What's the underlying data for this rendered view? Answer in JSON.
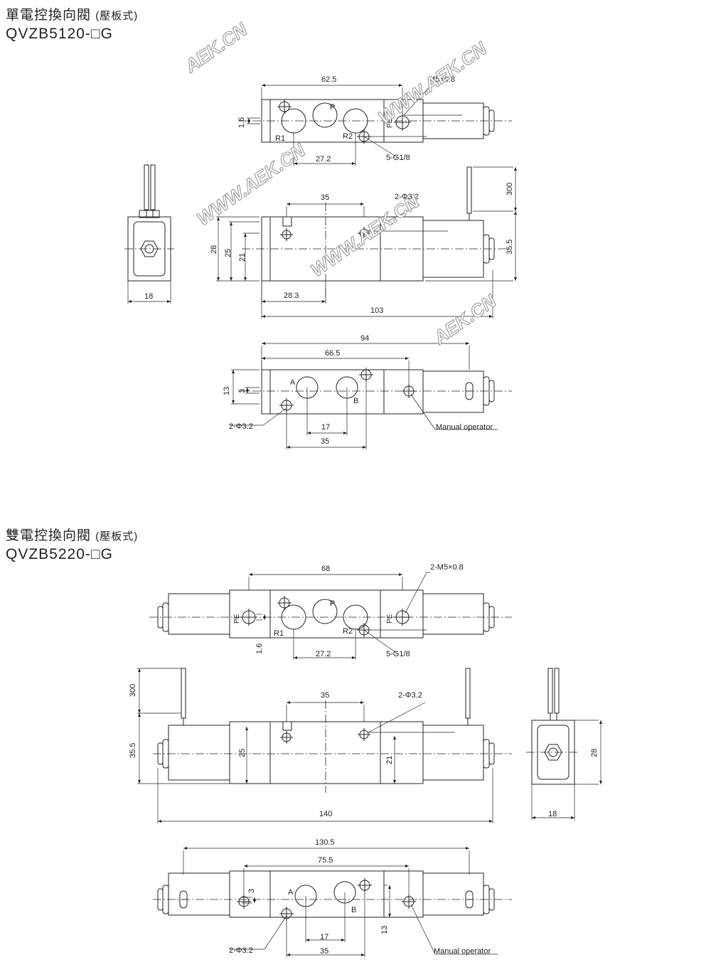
{
  "section1": {
    "title": "單電控換向閥",
    "title_suffix": "(壓板式)",
    "model": "QVZB5120-□G",
    "top_view": {
      "dim_length": "62.5",
      "thread": "M5×0.8",
      "offset": "1.6",
      "port_pitch": "27.2",
      "ports_label": "5-G1/8",
      "port_r1": "R1",
      "port_r2": "R2",
      "port_p": "P",
      "port_pe": "PE"
    },
    "front_view": {
      "hole_pitch": "35",
      "holes_label": "2-Φ3.2",
      "height_28": "28",
      "height_25": "25",
      "height_21": "21",
      "offset_28_3": "28.3",
      "total_length": "103",
      "wire_length": "300",
      "coil_height": "35.5"
    },
    "side_view": {
      "width": "18"
    },
    "bottom_view": {
      "dim_94": "94",
      "dim_66_5": "66.5",
      "dim_13": "13",
      "dim_3": "3",
      "holes_label": "2-Φ3.2",
      "dim_17": "17",
      "dim_35": "35",
      "port_a": "A",
      "port_b": "B",
      "manual_operator": "Manual operator"
    }
  },
  "section2": {
    "title": "雙電控換向閥",
    "title_suffix": "(壓板式)",
    "model": "QVZB5220-□G",
    "top_view": {
      "dim_length": "68",
      "thread": "2-M5×0.8",
      "offset": "1.6",
      "port_pitch": "27.2",
      "ports_label": "5-G1/8",
      "port_r1": "R1",
      "port_r2": "R2",
      "port_p": "P",
      "port_pe": "PE"
    },
    "front_view": {
      "hole_pitch": "35",
      "holes_label": "2-Φ3.2",
      "wire_length": "300",
      "coil_height": "35.5",
      "height_25": "25",
      "height_21": "21",
      "total_length": "140"
    },
    "side_view": {
      "height": "28",
      "width": "18"
    },
    "bottom_view": {
      "dim_130_5": "130.5",
      "dim_75_5": "75.5",
      "dim_3": "3",
      "dim_13": "13",
      "holes_label": "2-Φ3.2",
      "dim_17": "17",
      "dim_35": "35",
      "port_a": "A",
      "port_b": "B",
      "manual_operator": "Manual operator"
    }
  },
  "watermarks": [
    "AEK.CN",
    "WWW.AEK.CN",
    "WWW.AEK.CN",
    "WWW.AEK.CN",
    "AEK.CN"
  ]
}
